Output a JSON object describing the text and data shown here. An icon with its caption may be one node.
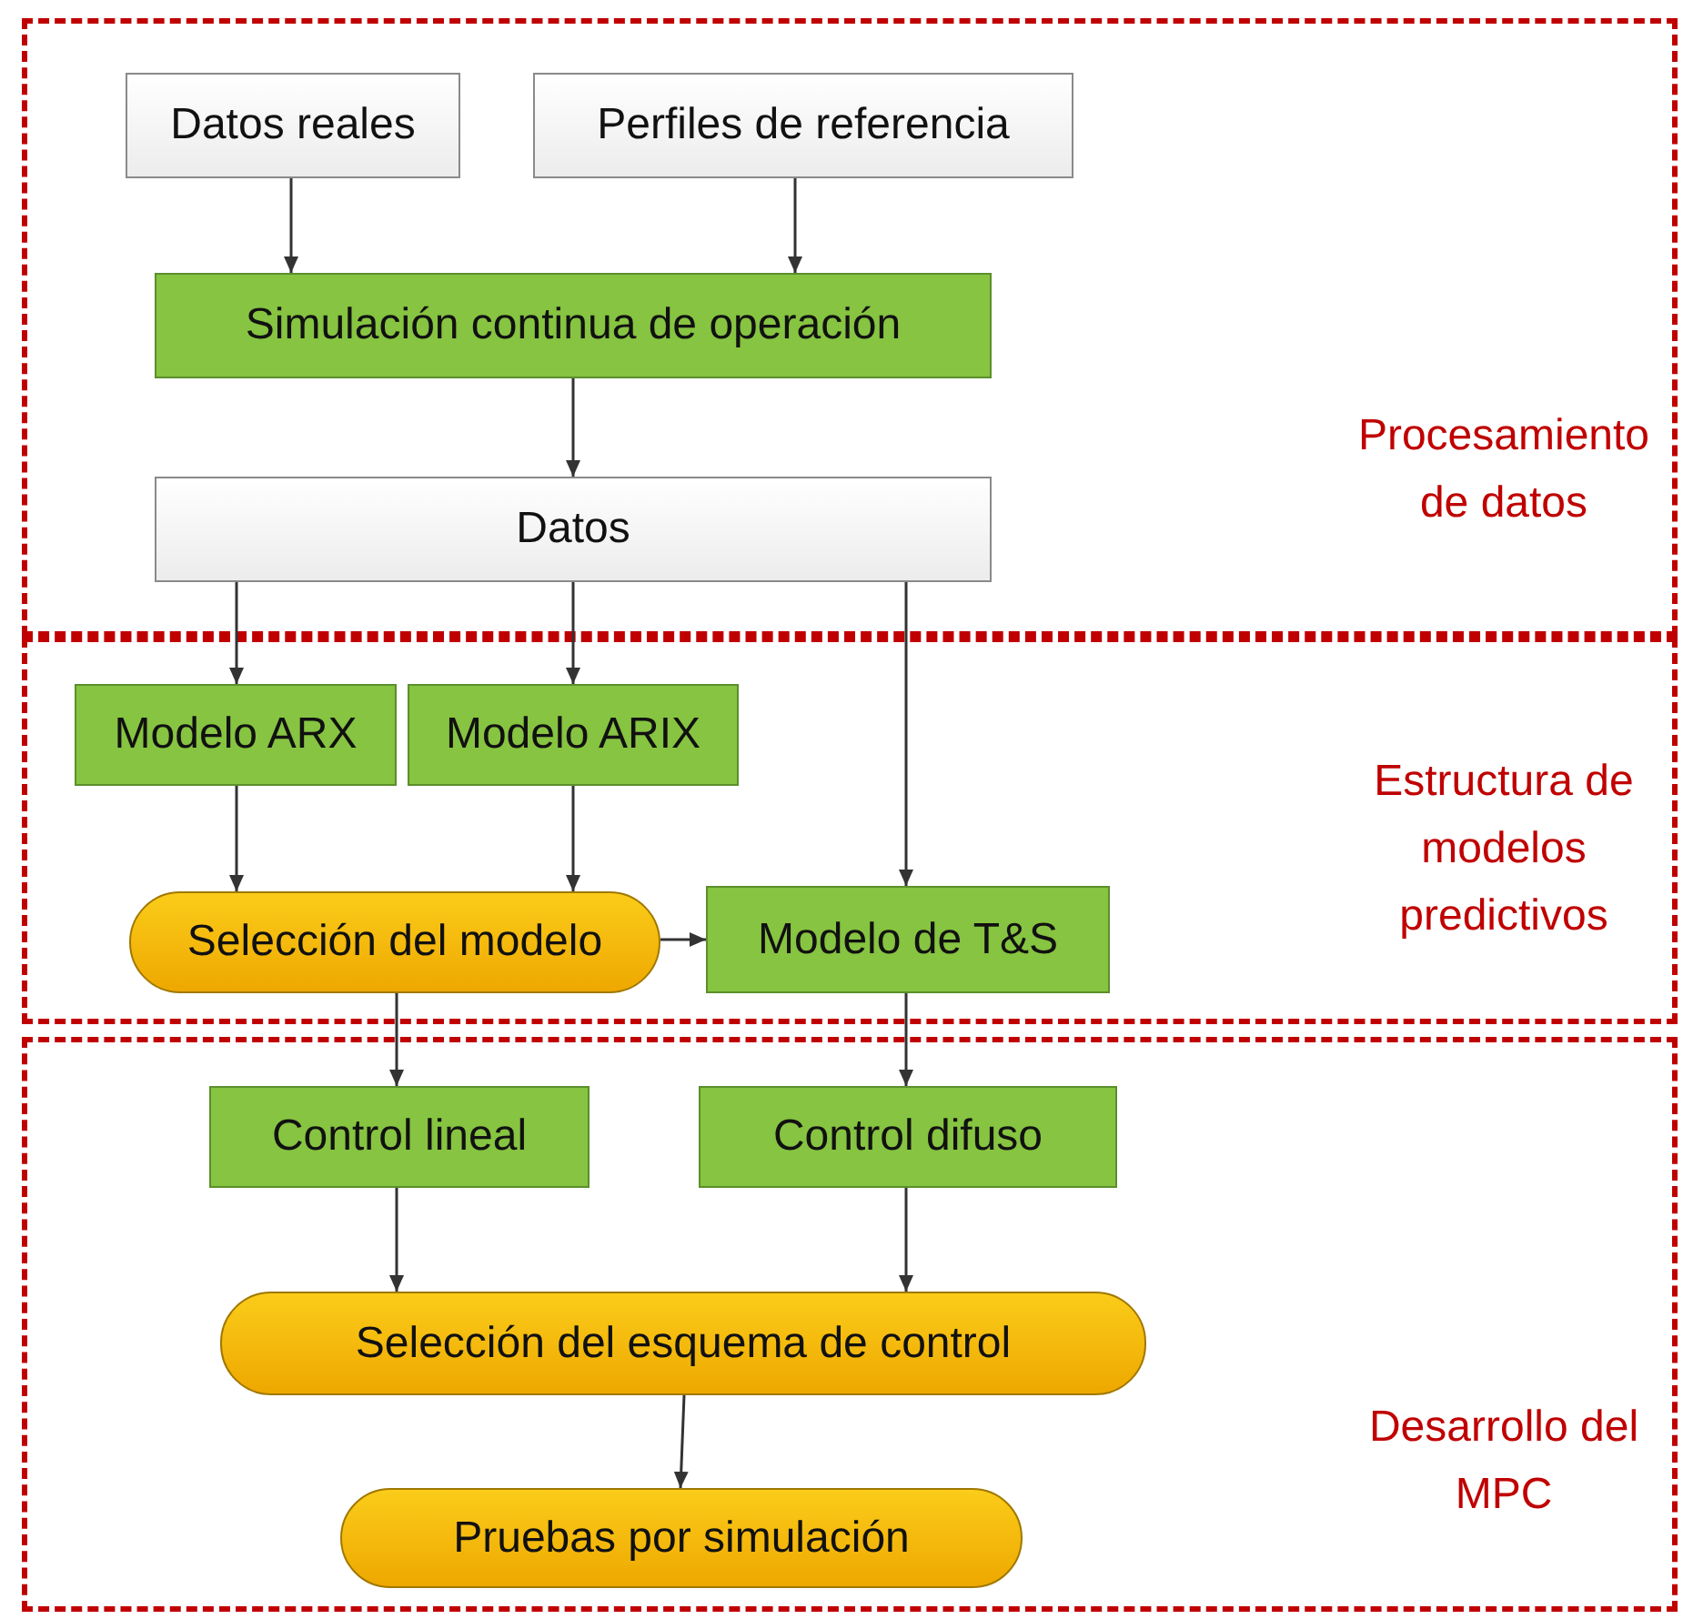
{
  "diagram": {
    "nodes": [
      {
        "text": [
          "Procesamiento de datos"
        ]
      },
      {
        "text": [
          "Datos reales"
        ],
        "in": 0
      },
      {
        "text": [
          "Perfiles de referencia"
        ],
        "in": 0
      },
      {
        "text": [
          "Simulación continua de operación"
        ],
        "in": 0
      },
      {
        "text": [
          "Datos"
        ],
        "in": 0
      },
      {
        "text": [
          "Estructura de modelos predictivos"
        ]
      },
      {
        "text": [
          "Modelo ARX"
        ],
        "in": 5
      },
      {
        "text": [
          "Modelo ARIX"
        ],
        "in": 5
      },
      {
        "text": [
          "Selección del modelo"
        ],
        "in": 5
      },
      {
        "text": [
          "Modelo de T&S"
        ],
        "in": 5
      },
      {
        "text": [
          "Desarrollo del MPC"
        ]
      },
      {
        "text": [
          "Control lineal"
        ],
        "in": 10
      },
      {
        "text": [
          "Control difuso"
        ],
        "in": 10
      },
      {
        "text": [
          "Selección del esquema de control"
        ],
        "in": 10
      },
      {
        "text": [
          "Pruebas por simulación"
        ],
        "in": 10
      }
    ],
    "edges": [
      {
        "from": 1,
        "to": 3,
        "arrow": "to"
      },
      {
        "from": 2,
        "to": 3,
        "arrow": "to"
      },
      {
        "from": 3,
        "to": 4,
        "arrow": "to"
      },
      {
        "from": 4,
        "to": 6,
        "arrow": "to"
      },
      {
        "from": 4,
        "to": 7,
        "arrow": "to"
      },
      {
        "from": 4,
        "to": 9,
        "arrow": "to"
      },
      {
        "from": 6,
        "to": 8,
        "arrow": "to"
      },
      {
        "from": 7,
        "to": 8,
        "arrow": "to"
      },
      {
        "from": 8,
        "to": 9,
        "arrow": "to"
      },
      {
        "from": 8,
        "to": 11,
        "arrow": "to"
      },
      {
        "from": 9,
        "to": 12,
        "arrow": "to"
      },
      {
        "from": 11,
        "to": 13,
        "arrow": "to"
      },
      {
        "from": 12,
        "to": 13,
        "arrow": "to"
      },
      {
        "from": 13,
        "to": 14,
        "arrow": "to"
      }
    ]
  }
}
